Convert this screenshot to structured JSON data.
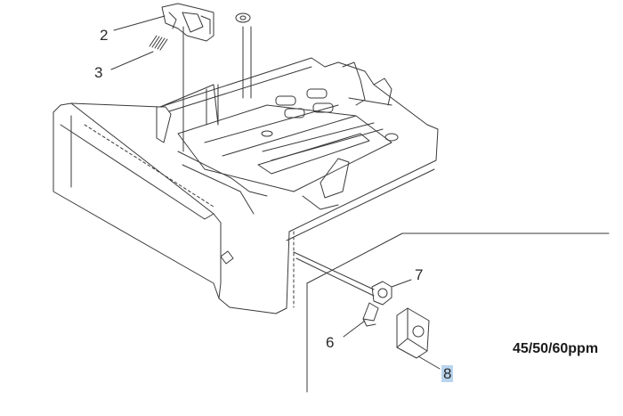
{
  "callouts": [
    {
      "label": "2"
    },
    {
      "label": "3"
    },
    {
      "label": "6"
    },
    {
      "label": "7"
    },
    {
      "label": "8",
      "highlighted": true
    }
  ],
  "speed_label": "45/50/60ppm",
  "colors": {
    "line": "#3a3a3a",
    "highlight": "#b9d4ee",
    "background": "#ffffff"
  }
}
